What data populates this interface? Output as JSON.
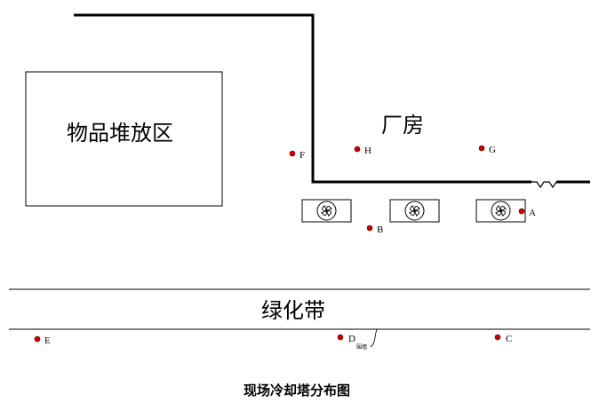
{
  "diagram": {
    "storage_area": "物品堆放区",
    "factory": "厂房",
    "green_belt": "绿化带",
    "caption": "现场冷却塔分布图",
    "fence_label": "围墙",
    "point_color": "#cc0000",
    "points": [
      {
        "id": "A",
        "label": "A"
      },
      {
        "id": "B",
        "label": "B"
      },
      {
        "id": "C",
        "label": "C"
      },
      {
        "id": "D",
        "label": "D"
      },
      {
        "id": "E",
        "label": "E"
      },
      {
        "id": "F",
        "label": "F"
      },
      {
        "id": "G",
        "label": "G"
      },
      {
        "id": "H",
        "label": "H"
      }
    ],
    "cooling_towers": [
      "cooling-tower",
      "cooling-tower",
      "cooling-tower"
    ]
  }
}
